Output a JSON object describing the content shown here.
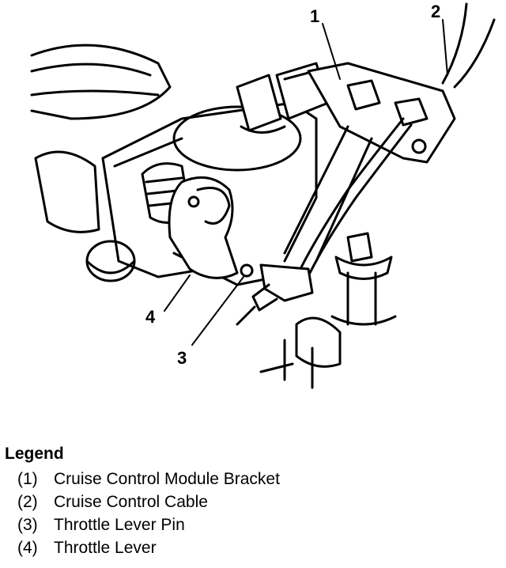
{
  "callouts": [
    {
      "number": "1"
    },
    {
      "number": "2"
    },
    {
      "number": "3"
    },
    {
      "number": "4"
    }
  ],
  "legend": {
    "title": "Legend",
    "items": [
      {
        "num": "(1)",
        "label": "Cruise Control Module Bracket"
      },
      {
        "num": "(2)",
        "label": "Cruise Control Cable"
      },
      {
        "num": "(3)",
        "label": "Throttle Lever Pin"
      },
      {
        "num": "(4)",
        "label": "Throttle Lever"
      }
    ]
  }
}
